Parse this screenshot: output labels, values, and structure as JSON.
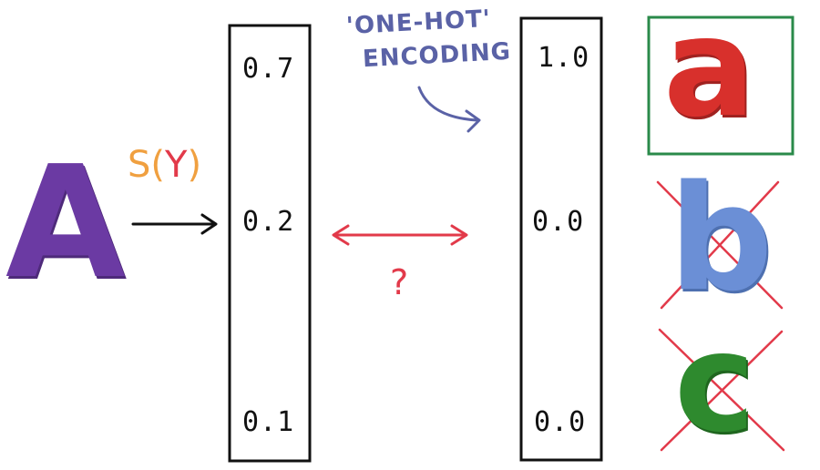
{
  "input_letter": "A",
  "function_label": {
    "s": "S",
    "open": "(",
    "y": "Y",
    "close": ")"
  },
  "scores": [
    "0.7",
    "0.2",
    "0.1"
  ],
  "question_mark": "?",
  "annotation": {
    "line1": "'ONE-HOT'",
    "line2": "ENCODING"
  },
  "one_hot": [
    "1.0",
    "0.0",
    "0.0"
  ],
  "classes": [
    {
      "letter": "a",
      "color": "#d8302c",
      "selected": true
    },
    {
      "letter": "b",
      "color": "#6b8fd6",
      "selected": false
    },
    {
      "letter": "c",
      "color": "#2e8a2e",
      "selected": false
    }
  ],
  "colors": {
    "purple": "#6b3aa3",
    "green_box": "#2a8a4a",
    "red": "#e23a4a",
    "note_blue": "#5a62a6",
    "orange": "#f0a040"
  }
}
